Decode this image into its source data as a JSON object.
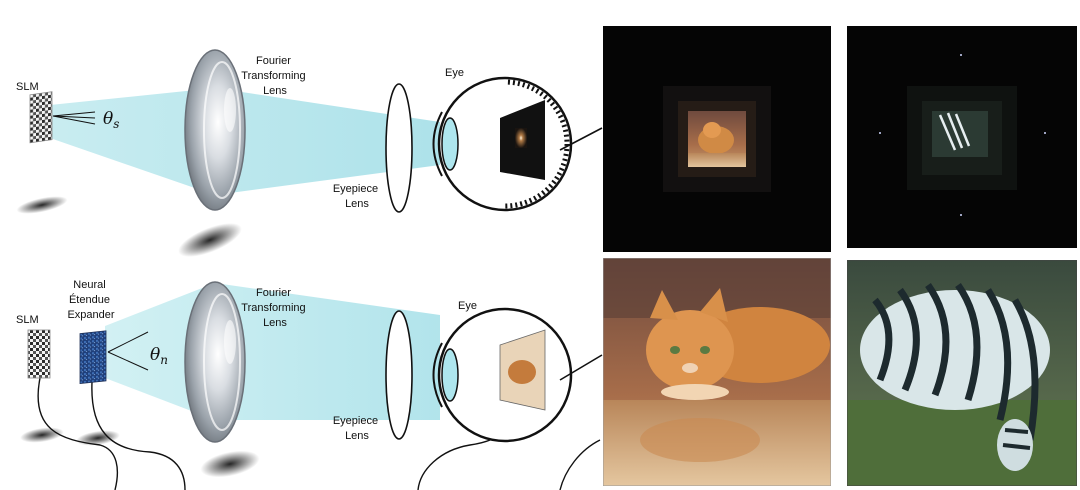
{
  "top_row": {
    "slm_label": "SLM",
    "angle_label": "θ",
    "angle_sub": "s",
    "lens_label": [
      "Fourier",
      "Transforming",
      "Lens"
    ],
    "eye_label": "Eye",
    "eyepiece_label": [
      "Eyepiece",
      "Lens"
    ]
  },
  "bottom_row": {
    "slm_label": "SLM",
    "expander_label": [
      "Neural",
      "Étendue",
      "Expander"
    ],
    "angle_label": "θ",
    "angle_sub": "n",
    "lens_label": [
      "Fourier",
      "Transforming",
      "Lens"
    ],
    "eye_label": "Eye",
    "eyepiece_label": [
      "Eyepiece",
      "Lens"
    ]
  },
  "panels": {
    "top_cat": "Cat image, small field of view (dark)",
    "top_zebra": "Zebra image, small field of view (dark)",
    "bottom_cat": "Cat photo, full field of view",
    "bottom_zebra": "Zebra photo, full field of view"
  }
}
